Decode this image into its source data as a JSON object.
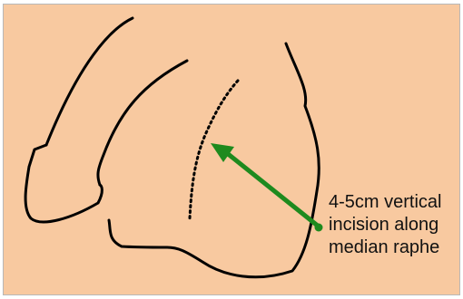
{
  "diagram": {
    "background_color": "#F8C9A0",
    "outline_color": "#000000",
    "arrow_color": "#1E8A1E",
    "annotation": {
      "line1": "4-5cm vertical",
      "line2": "incision along",
      "line3": "median raphe"
    }
  }
}
